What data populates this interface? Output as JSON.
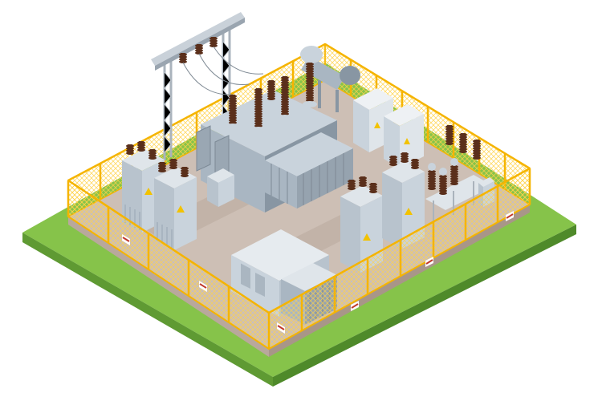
{
  "scene": {
    "subject": "isometric-electrical-substation",
    "colors": {
      "background": "#ffffff",
      "grass_top": "#86c34a",
      "grass_left": "#5f9a33",
      "grass_right": "#4f8a2a",
      "concrete_top": "#cdbfb5",
      "concrete_left": "#b9a89c",
      "concrete_right": "#a89688",
      "fence_frame": "#f5b400",
      "fence_mesh": "#ffd24a",
      "equipment_light": "#c9d3dc",
      "equipment_mid": "#a9b6c2",
      "equipment_dark": "#8896a3",
      "insulator_brown": "#6b3a22",
      "warning_yellow": "#f2c200",
      "sign_red": "#c0392b",
      "steel": "#b8c0c8"
    },
    "elements": [
      {
        "name": "grass-base"
      },
      {
        "name": "concrete-platform"
      },
      {
        "name": "perimeter-fence"
      },
      {
        "name": "gantry-tower"
      },
      {
        "name": "main-power-transformer"
      },
      {
        "name": "conservator-tank"
      },
      {
        "name": "radiator-banks"
      },
      {
        "name": "control-cabinets"
      },
      {
        "name": "twin-transformers-left"
      },
      {
        "name": "small-transformers-right"
      },
      {
        "name": "circuit-breaker-bank"
      },
      {
        "name": "switchgear-house"
      },
      {
        "name": "warning-signs"
      }
    ]
  }
}
